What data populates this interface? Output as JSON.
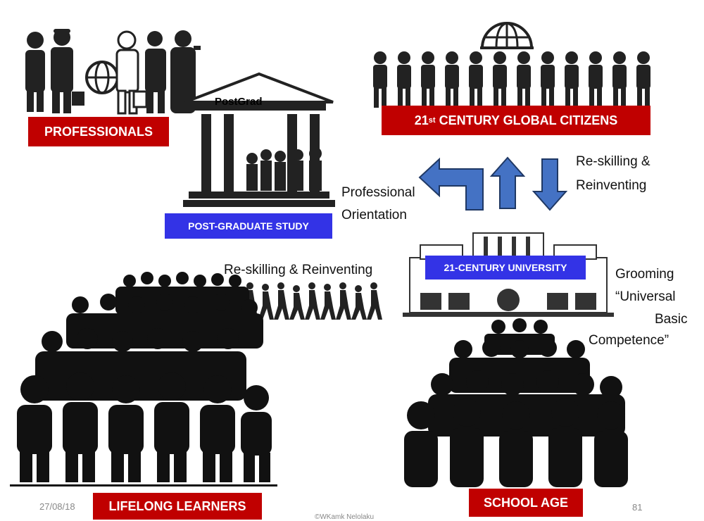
{
  "labels": {
    "professionals": "PROFESSIONALS",
    "global_citizens_prefix": "21",
    "global_citizens_sup": "st",
    "global_citizens_rest": " CENTURY GLOBAL CITIZENS",
    "postgrad_building": "PostGrad",
    "post_graduate_study": "POST-GRADUATE STUDY",
    "university": "21-CENTURY UNIVERSITY",
    "lifelong_learners": "LIFELONG LEARNERS",
    "school_age": "SCHOOL AGE"
  },
  "annotations": {
    "reskilling_right_1": "Re-skilling &",
    "reskilling_right_2": "Reinventing",
    "professional_orientation_1": "Professional",
    "professional_orientation_2": "Orientation",
    "reskilling_mid": "Re-skilling & Reinventing",
    "grooming_1": "Grooming",
    "grooming_2": "“Universal",
    "grooming_3": "Basic",
    "grooming_4": "Competence”"
  },
  "footer": {
    "date": "27/08/18",
    "page_number": "81",
    "credit": "©WKamk Nelolaku"
  },
  "colors": {
    "red": "#c00000",
    "blue_label": "#3333e6",
    "arrow_blue": "#4472c4",
    "silhouette": "#111111"
  }
}
